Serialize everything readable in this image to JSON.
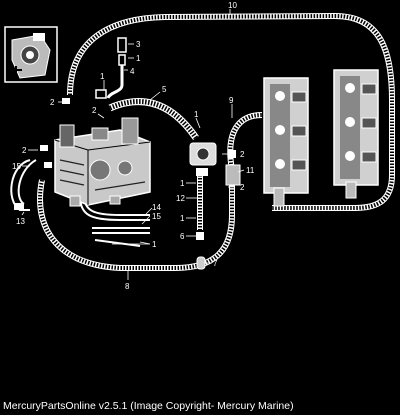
{
  "diagram": {
    "callouts": [
      {
        "key": "c10",
        "text": "10"
      },
      {
        "key": "c3",
        "text": "3"
      },
      {
        "key": "c1a",
        "text": "1"
      },
      {
        "key": "c4",
        "text": "4"
      },
      {
        "key": "c1b",
        "text": "1"
      },
      {
        "key": "c2a",
        "text": "2"
      },
      {
        "key": "c5",
        "text": "5"
      },
      {
        "key": "c2b",
        "text": "2"
      },
      {
        "key": "c9",
        "text": "9"
      },
      {
        "key": "c1c",
        "text": "1"
      },
      {
        "key": "c2c",
        "text": "2"
      },
      {
        "key": "c2d",
        "text": "2"
      },
      {
        "key": "c15a",
        "text": "15"
      },
      {
        "key": "c11",
        "text": "11"
      },
      {
        "key": "c1d",
        "text": "1"
      },
      {
        "key": "c2e",
        "text": "2"
      },
      {
        "key": "c13",
        "text": "13"
      },
      {
        "key": "c12",
        "text": "12"
      },
      {
        "key": "c14",
        "text": "14"
      },
      {
        "key": "c15b",
        "text": "15"
      },
      {
        "key": "c1e",
        "text": "1"
      },
      {
        "key": "c6",
        "text": "6"
      },
      {
        "key": "c1f",
        "text": "1"
      },
      {
        "key": "c7",
        "text": "7"
      },
      {
        "key": "c8",
        "text": "8"
      }
    ]
  },
  "caption": "MercuryPartsOnline v2.5.1 (Image Copyright- Mercury Marine)"
}
